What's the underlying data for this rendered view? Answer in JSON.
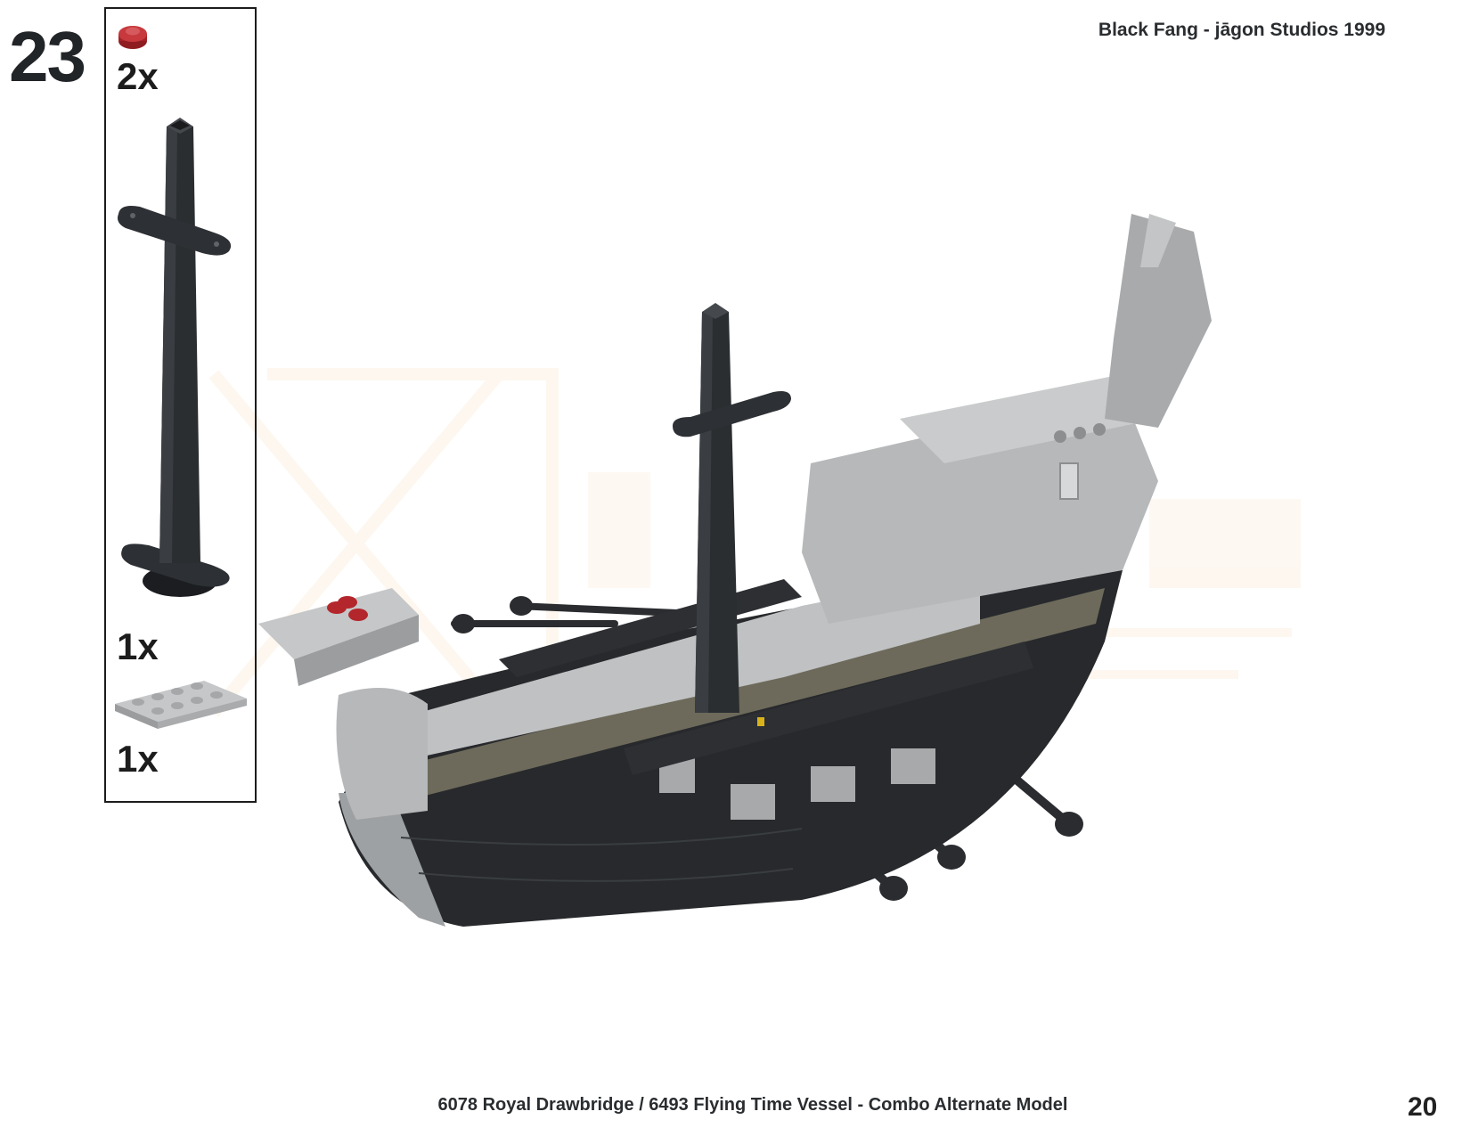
{
  "header": {
    "title": "Black Fang - jāgon Studios 1999"
  },
  "step": {
    "number": "23"
  },
  "parts_list": [
    {
      "quantity": "2x",
      "part": "round-plate-1x1",
      "color": "#b3262b"
    },
    {
      "quantity": "1x",
      "part": "mast",
      "color": "#27292c"
    },
    {
      "quantity": "1x",
      "part": "plate-2x4",
      "color": "#b9bbbc"
    }
  ],
  "colors": {
    "black": "#27292c",
    "light_gray": "#b9bbbc",
    "dark_tan": "#6d6a5b",
    "red": "#b3262b"
  },
  "footer": {
    "caption": "6078 Royal Drawbridge / 6493 Flying Time Vessel - Combo Alternate Model",
    "page_number": "20"
  }
}
